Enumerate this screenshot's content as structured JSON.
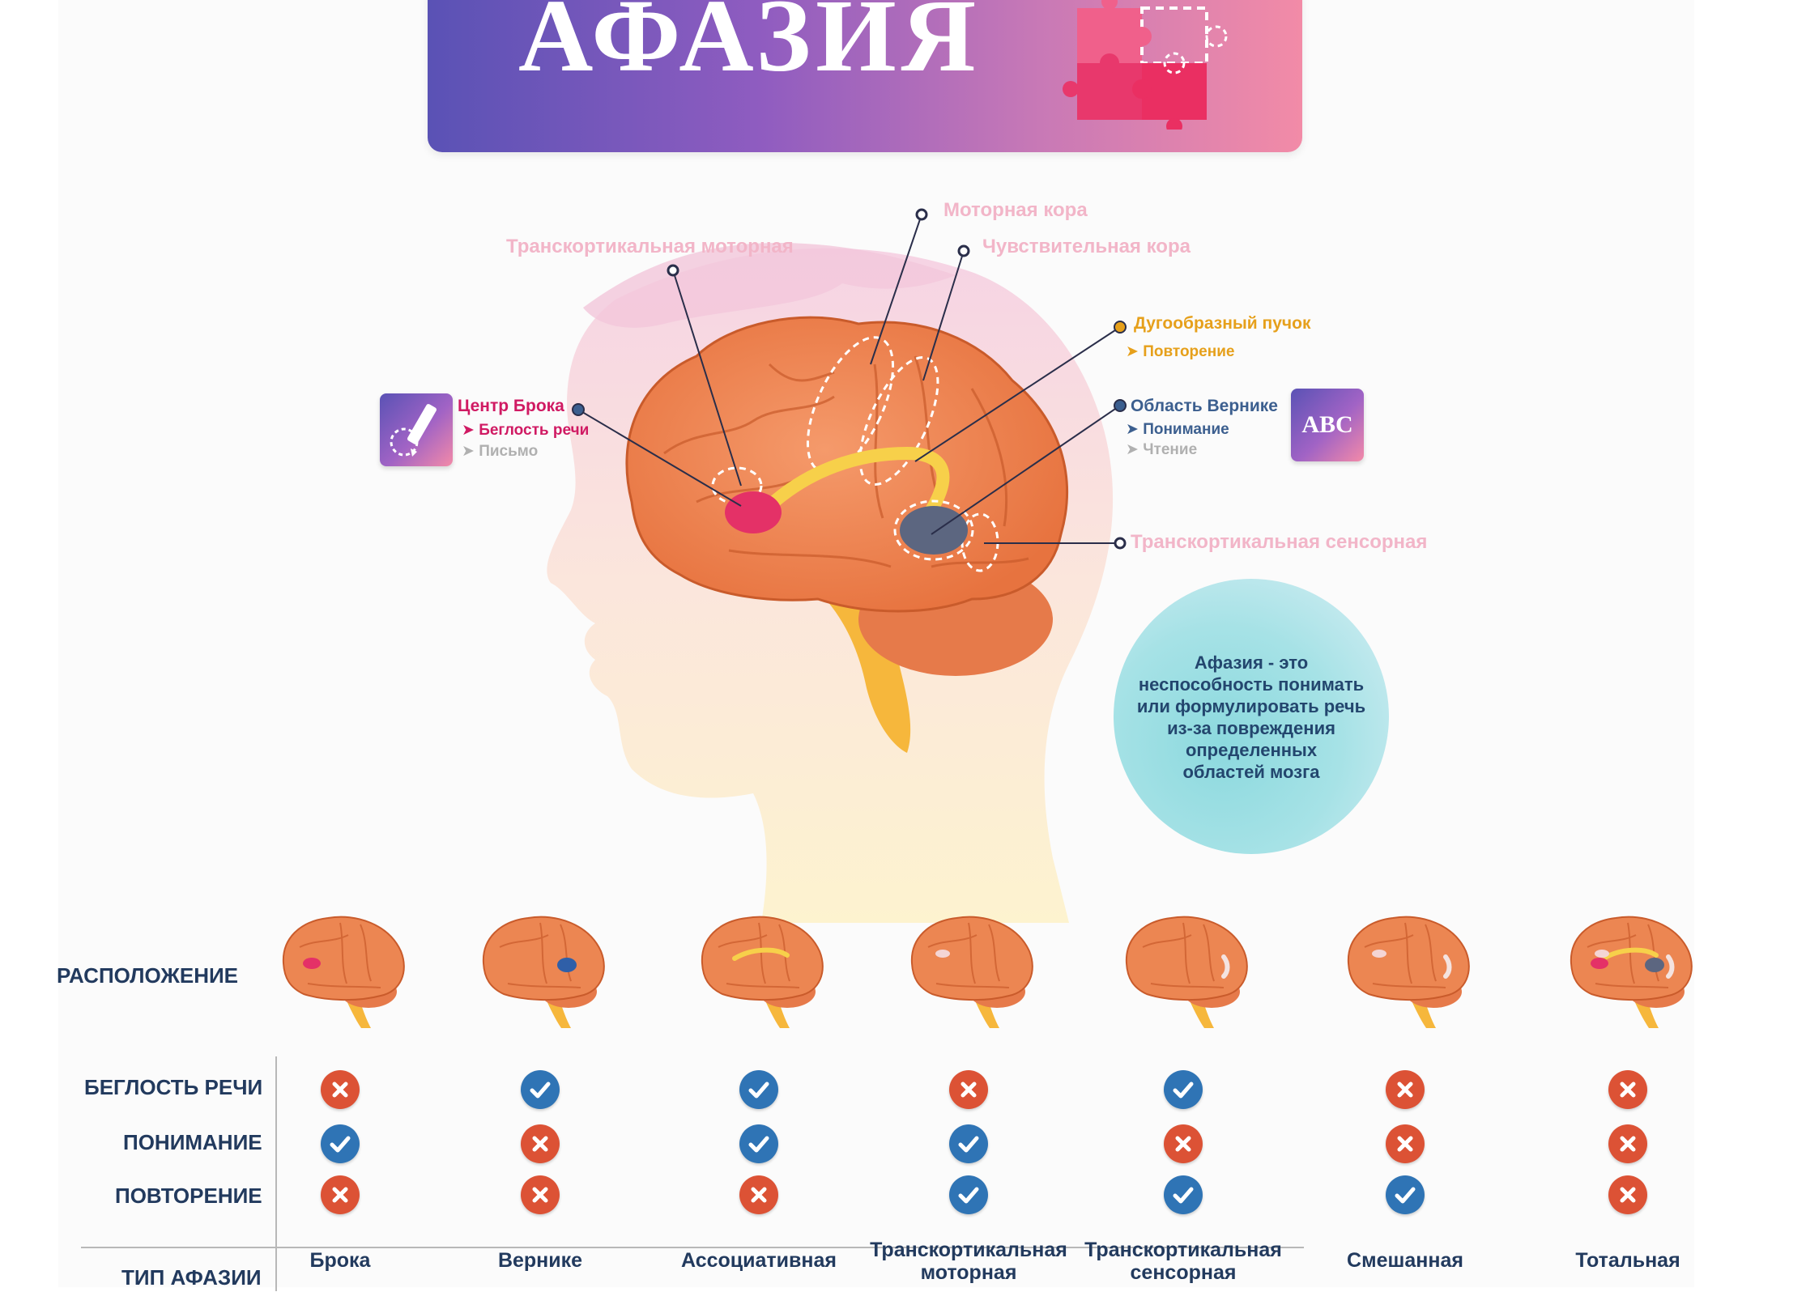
{
  "title": "АФАЗИЯ",
  "diagram": {
    "labels": {
      "motor_cortex": "Моторная кора",
      "sensory_cortex": "Чувствительная кора",
      "transcortical_motor": "Транскортикальная моторная",
      "arcuate": "Дугообразный пучок",
      "arcuate_sub": "➤ Повторение",
      "broca": "Центр Брока",
      "broca_sub1": "➤ Беглость речи",
      "broca_sub2": "➤ Письмо",
      "wernicke": "Область Вернике",
      "wernicke_sub1": "➤ Понимание",
      "wernicke_sub2": "➤ Чтение",
      "transcortical_sensory": "Транскортикальная сенсорная"
    },
    "abc_icon_text": "ABC",
    "icons": [
      "pencil-icon",
      "abc-icon",
      "puzzle-icon"
    ],
    "definition": "Афазия - это\nнеспособность понимать\nили формулировать речь\nиз-за повреждения\nопределенных\nобластей мозга"
  },
  "table": {
    "row_labels": {
      "location": "РАСПОЛОЖЕНИЕ",
      "fluency": "БЕГЛОСТЬ РЕЧИ",
      "comprehension": "ПОНИМАНИЕ",
      "repetition": "ПОВТОРЕНИЕ",
      "type": "ТИП АФАЗИИ"
    },
    "columns": [
      {
        "type": "Брока",
        "fluency": false,
        "comprehension": true,
        "repetition": false
      },
      {
        "type": "Вернике",
        "fluency": true,
        "comprehension": false,
        "repetition": false
      },
      {
        "type": "Ассоциативная",
        "fluency": true,
        "comprehension": true,
        "repetition": false
      },
      {
        "type": "Транскортикальная\nмоторная",
        "fluency": false,
        "comprehension": true,
        "repetition": true
      },
      {
        "type": "Транскортикальная\nсенсорная",
        "fluency": true,
        "comprehension": false,
        "repetition": true
      },
      {
        "type": "Смешанная",
        "fluency": false,
        "comprehension": false,
        "repetition": true
      },
      {
        "type": "Тотальная",
        "fluency": false,
        "comprehension": false,
        "repetition": false
      }
    ],
    "colors": {
      "yes": "#2f74b5",
      "no": "#dc5235"
    }
  }
}
